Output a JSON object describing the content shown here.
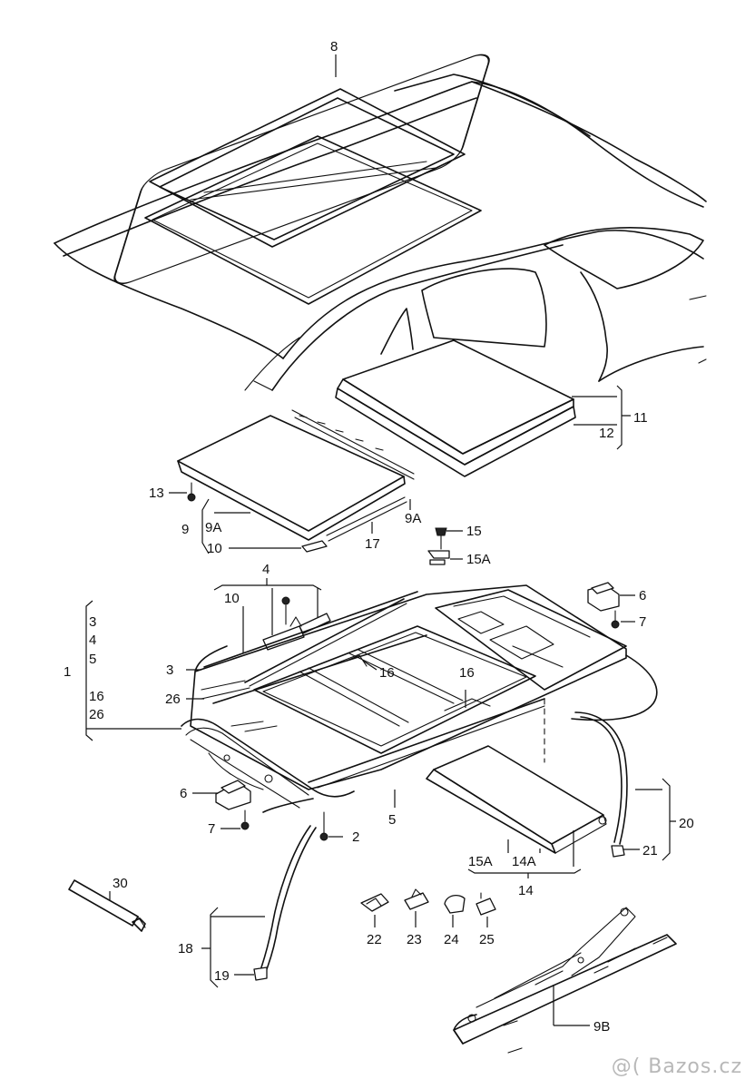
{
  "diagram": {
    "labels": {
      "l8": "8",
      "l11": "11",
      "l12": "12",
      "l13": "13",
      "l9": "9",
      "l9a_left": "9A",
      "l9a_right": "9A",
      "l10_top": "10",
      "l17": "17",
      "l15": "15",
      "l15a": "15A",
      "l4": "4",
      "l10_mid": "10",
      "l6_right": "6",
      "l7_right": "7",
      "l1": "1",
      "l1_3": "3",
      "l1_4": "4",
      "l1_5": "5",
      "l1_16": "16",
      "l1_26": "26",
      "l3": "3",
      "l16_a": "16",
      "l16_b": "16",
      "l26": "26",
      "l6_left": "6",
      "l7_left": "7",
      "l2": "2",
      "l5": "5",
      "l20": "20",
      "l21": "21",
      "l15a_bottom": "15A",
      "l14a": "14A",
      "l14": "14",
      "l30": "30",
      "l22": "22",
      "l23": "23",
      "l24": "24",
      "l25": "25",
      "l18": "18",
      "l19": "19",
      "l9b": "9B"
    }
  },
  "watermark": "@( Bazos.cz"
}
